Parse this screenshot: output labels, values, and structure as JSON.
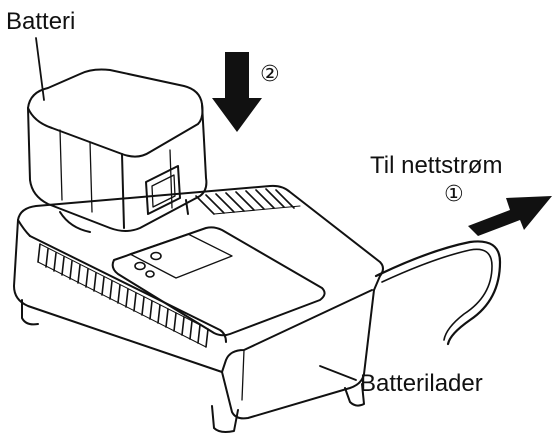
{
  "labels": {
    "battery": "Batteri",
    "mains": "Til nettstrøm",
    "charger": "Batterilader"
  },
  "steps": {
    "step1": "①",
    "step2": "②"
  },
  "colors": {
    "ink": "#111111",
    "background": "#ffffff"
  }
}
